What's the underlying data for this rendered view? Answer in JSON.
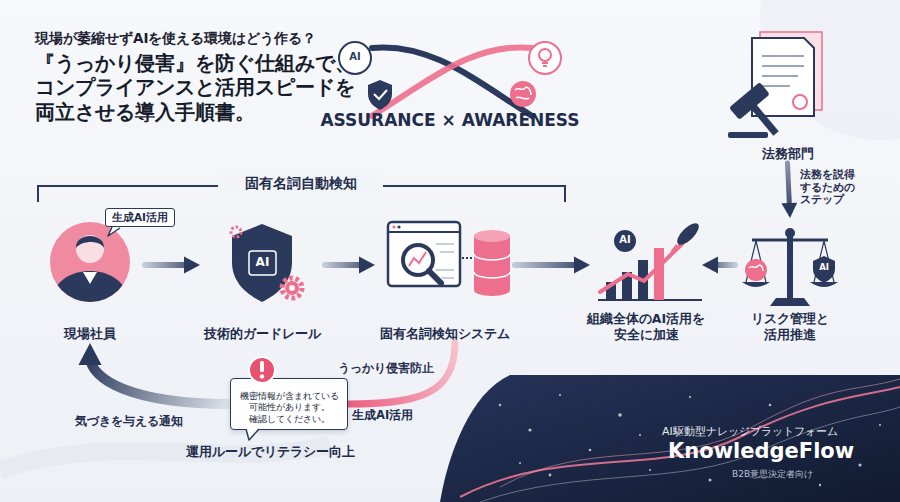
{
  "diagram": {
    "title": "『うっかり侵害』を防ぐ仕組みで、 コンプライアンスと活用スピードを 両立させる導入手順書。",
    "nodes": [
      {
        "text": [
          "現場社員"
        ]
      },
      {
        "text": [
          "技術的ガードレール"
        ]
      },
      {
        "text": [
          "固有名詞検知システム"
        ]
      },
      {
        "text": [
          "組織全体のAI活用を 安全に加速"
        ]
      },
      {
        "text": [
          "リスク管理と 活用推進"
        ]
      },
      {
        "text": [
          "法務部門"
        ]
      },
      {
        "text": [
          "機密情報が含まれている 可能性があります。 確認してください。"
        ]
      },
      {
        "text": [
          "AI駆動型ナレッジプラットフォーム",
          "KnowledgeFlow",
          "B2B意思決定者向け"
        ]
      }
    ],
    "edges": [
      {
        "from": 0,
        "to": 1,
        "arrow": "to"
      },
      {
        "from": 1,
        "to": 2,
        "arrow": "to"
      },
      {
        "from": 2,
        "to": 3,
        "arrow": "to"
      },
      {
        "from": 4,
        "to": 3,
        "arrow": "to"
      },
      {
        "from": 5,
        "to": 4,
        "label": "法務を説得 するための ステップ",
        "arrow": "to"
      },
      {
        "from": 2,
        "to": 6,
        "label": "うっかり侵害防止",
        "arrow": "none"
      },
      {
        "from": 6,
        "to": 0,
        "label": "気づきを与える通知",
        "arrow": "to"
      }
    ],
    "labels": [
      "現場が萎縮せずAIを使える環境はどう作る？",
      "ASSURANCE × AWARENESS",
      "固有名詞自動検知",
      "生成AI活用",
      "生成AI活用",
      "運用ルールでリテラシー向上",
      "AI",
      "AI",
      "AI",
      "AI"
    ]
  }
}
